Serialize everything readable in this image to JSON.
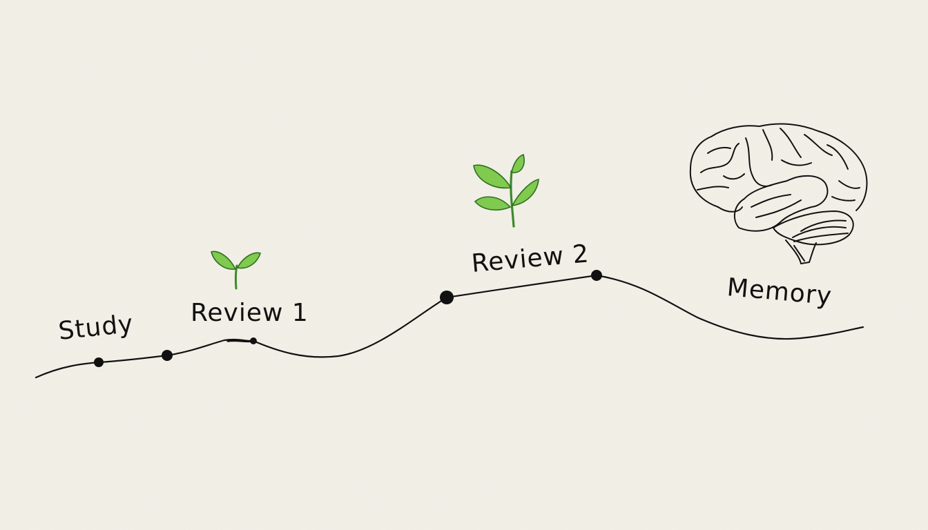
{
  "labels": {
    "study": "Study",
    "review1": "Review 1",
    "review2": "Review 2",
    "memory": "Memory"
  },
  "icons": {
    "sprout": "sprout-icon",
    "plant": "plant-icon",
    "brain": "brain-icon"
  },
  "colors": {
    "paper": "#f3f1e8",
    "ink": "#111111",
    "leaf": "#7fca4f",
    "leaf_stroke": "#2f6e1f"
  }
}
